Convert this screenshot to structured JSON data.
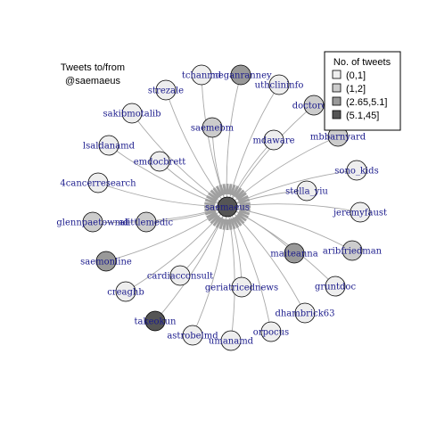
{
  "title": {
    "line1": "Tweets to/from",
    "line2": "@saemaeus"
  },
  "legend": {
    "title": "No. of tweets",
    "items": [
      {
        "label": "(0,1]",
        "color": "#eeeeee"
      },
      {
        "label": "(1,2]",
        "color": "#cccccc"
      },
      {
        "label": "(2.65,5.1]",
        "color": "#999999"
      },
      {
        "label": "(5.1,45]",
        "color": "#555555"
      }
    ]
  },
  "hub": {
    "name": "saemaeus",
    "bin": 3
  },
  "nodes": [
    {
      "name": "tchanmd",
      "bin": 0
    },
    {
      "name": "meganranney",
      "bin": 2
    },
    {
      "name": "uthclininfo",
      "bin": 0
    },
    {
      "name": "doctorobi",
      "bin": 1
    },
    {
      "name": "strezale",
      "bin": 0
    },
    {
      "name": "sakibmotalib",
      "bin": 0
    },
    {
      "name": "saemebm",
      "bin": 1
    },
    {
      "name": "mdaware",
      "bin": 0
    },
    {
      "name": "mbbarnyard",
      "bin": 1
    },
    {
      "name": "lsaldanamd",
      "bin": 0
    },
    {
      "name": "emdocbrett",
      "bin": 0
    },
    {
      "name": "sono_kids",
      "bin": 0
    },
    {
      "name": "4cancerresearch",
      "bin": 0
    },
    {
      "name": "stella_yiu",
      "bin": 0
    },
    {
      "name": "jeremyfaust",
      "bin": 0
    },
    {
      "name": "glennpaetowmd",
      "bin": 1
    },
    {
      "name": "alittlemedic",
      "bin": 1
    },
    {
      "name": "aribfriedman",
      "bin": 1
    },
    {
      "name": "maiteanna",
      "bin": 2
    },
    {
      "name": "saemonline",
      "bin": 2
    },
    {
      "name": "cardiacconsult",
      "bin": 0
    },
    {
      "name": "gruntdoc",
      "bin": 0
    },
    {
      "name": "creaghb",
      "bin": 0
    },
    {
      "name": "geriatricednews",
      "bin": 0
    },
    {
      "name": "dhambrick63",
      "bin": 0
    },
    {
      "name": "takeokun",
      "bin": 3
    },
    {
      "name": "orpocus",
      "bin": 0
    },
    {
      "name": "astrobelmd",
      "bin": 0
    },
    {
      "name": "umanamd",
      "bin": 0
    }
  ]
}
